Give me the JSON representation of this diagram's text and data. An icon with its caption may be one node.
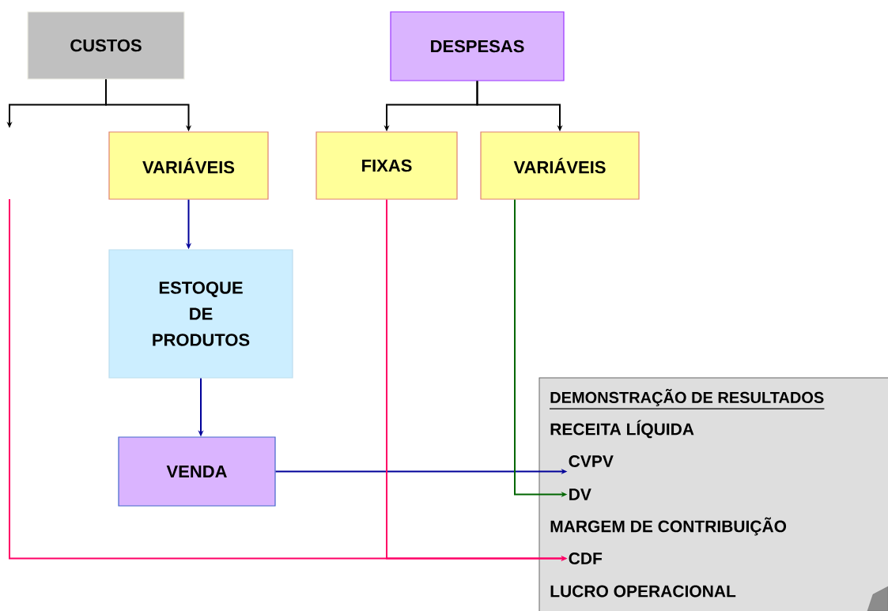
{
  "diagram": {
    "nodes": [
      {
        "text": [
          "CUSTOS"
        ]
      },
      {
        "text": [
          "DESPESAS"
        ]
      },
      {
        "text": [
          "VARIÁVEIS"
        ]
      },
      {
        "text": [
          "FIXAS"
        ]
      },
      {
        "text": [
          "VARIÁVEIS"
        ]
      },
      {
        "text": [
          "ESTOQUE DE PRODUTOS"
        ]
      },
      {
        "text": [
          "VENDA"
        ]
      },
      {
        "text": [
          "DEMONSTRAÇÃO DE RESULTADOS",
          "RECEITA LÍQUIDA",
          "MARGEM DE CONTRIBUIÇÃO",
          "LUCRO OPERACIONAL"
        ]
      },
      {
        "text": [
          "CVPV"
        ],
        "in": 7
      },
      {
        "text": [
          "DV"
        ],
        "in": 7
      },
      {
        "text": [
          "CDF"
        ],
        "in": 7
      }
    ],
    "edges": [
      {
        "from": 0,
        "to": null,
        "arrow": "to"
      },
      {
        "from": 0,
        "to": 2,
        "arrow": "to"
      },
      {
        "from": 1,
        "to": 3,
        "arrow": "to"
      },
      {
        "from": 1,
        "to": 4,
        "arrow": "to"
      },
      {
        "from": 2,
        "to": 5,
        "arrow": "to",
        "color": "#000099"
      },
      {
        "from": 5,
        "to": 6,
        "arrow": "to",
        "color": "#000099"
      },
      {
        "from": 6,
        "to": 8,
        "arrow": "to",
        "color": "#000099"
      },
      {
        "from": 4,
        "to": 9,
        "arrow": "to",
        "color": "#006600"
      },
      {
        "from": 3,
        "to": 10,
        "arrow": "to",
        "color": "#ff0066"
      },
      {
        "from": null,
        "to": 10,
        "arrow": "to",
        "color": "#ff0066"
      }
    ]
  }
}
